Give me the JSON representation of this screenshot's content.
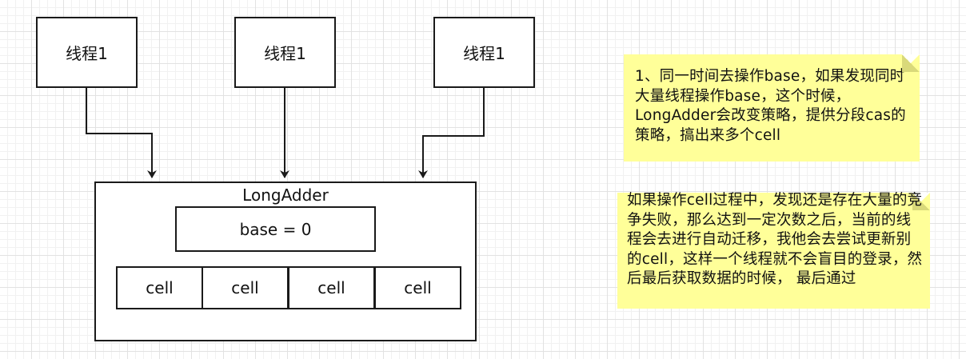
{
  "threads": [
    "线程1",
    "线程1",
    "线程1"
  ],
  "adder": {
    "title": "LongAdder",
    "base": "base = 0",
    "cells": [
      "cell",
      "cell",
      "cell",
      "cell"
    ]
  },
  "notes": [
    "1、同一时间去操作base，如果发现同时大量线程操作base，这个时候，LongAdder会改变策略，提供分段cas的策略，搞出来多个cell",
    "如果操作cell过程中，发现还是存在大量的竞争失败，那么达到一定次数之后，当前的线程会去进行自动迁移，我他会去尝试更新别的cell，这样一个线程就不会盲目的登录，然后最后获取数据的时候， 最后通过"
  ],
  "colors": {
    "stroke": "#1a1a1a",
    "note": "#ffff99",
    "fold": "#d9d97a"
  }
}
